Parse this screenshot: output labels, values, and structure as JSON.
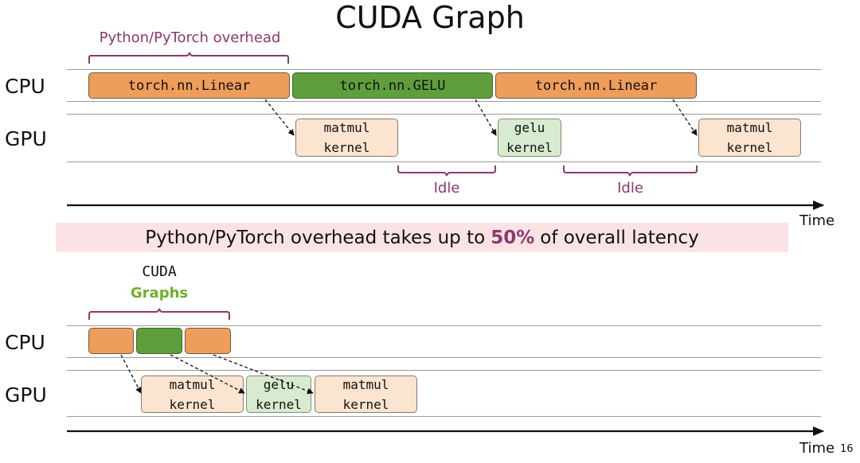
{
  "title": "CUDA Graph",
  "top": {
    "cpu_label": "CPU",
    "gpu_label": "GPU",
    "overhead_label": "Python/PyTorch overhead",
    "cpu_ops": [
      "torch.nn.Linear",
      "torch.nn.GELU",
      "torch.nn.Linear"
    ],
    "gpu_kernels": [
      {
        "line1": "matmul",
        "line2": "kernel"
      },
      {
        "line1": "gelu",
        "line2": "kernel"
      },
      {
        "line1": "matmul",
        "line2": "kernel"
      }
    ],
    "idle_labels": [
      "Idle",
      "Idle"
    ],
    "time_label": "Time"
  },
  "banner": {
    "before": "Python/PyTorch overhead takes up to",
    "highlight": "50%",
    "after": "of overall latency"
  },
  "bottom": {
    "cuda_label": "CUDA",
    "graphs_label": "Graphs",
    "cpu_label": "CPU",
    "gpu_label": "GPU",
    "gpu_kernels": [
      {
        "line1": "matmul",
        "line2": "kernel"
      },
      {
        "line1": "gelu",
        "line2": "kernel"
      },
      {
        "line1": "matmul",
        "line2": "kernel"
      }
    ],
    "time_label": "Time"
  },
  "page_number": "16",
  "colors": {
    "linear": "#ef9d5b",
    "gelu": "#5f9e3c",
    "gpu_kernel": "#fbe4d0",
    "gpu_gelu": "#d8ead0",
    "brace": "#8b3a6b",
    "graphs_green": "#6fae2a",
    "banner_bg": "#fbe3e5"
  }
}
